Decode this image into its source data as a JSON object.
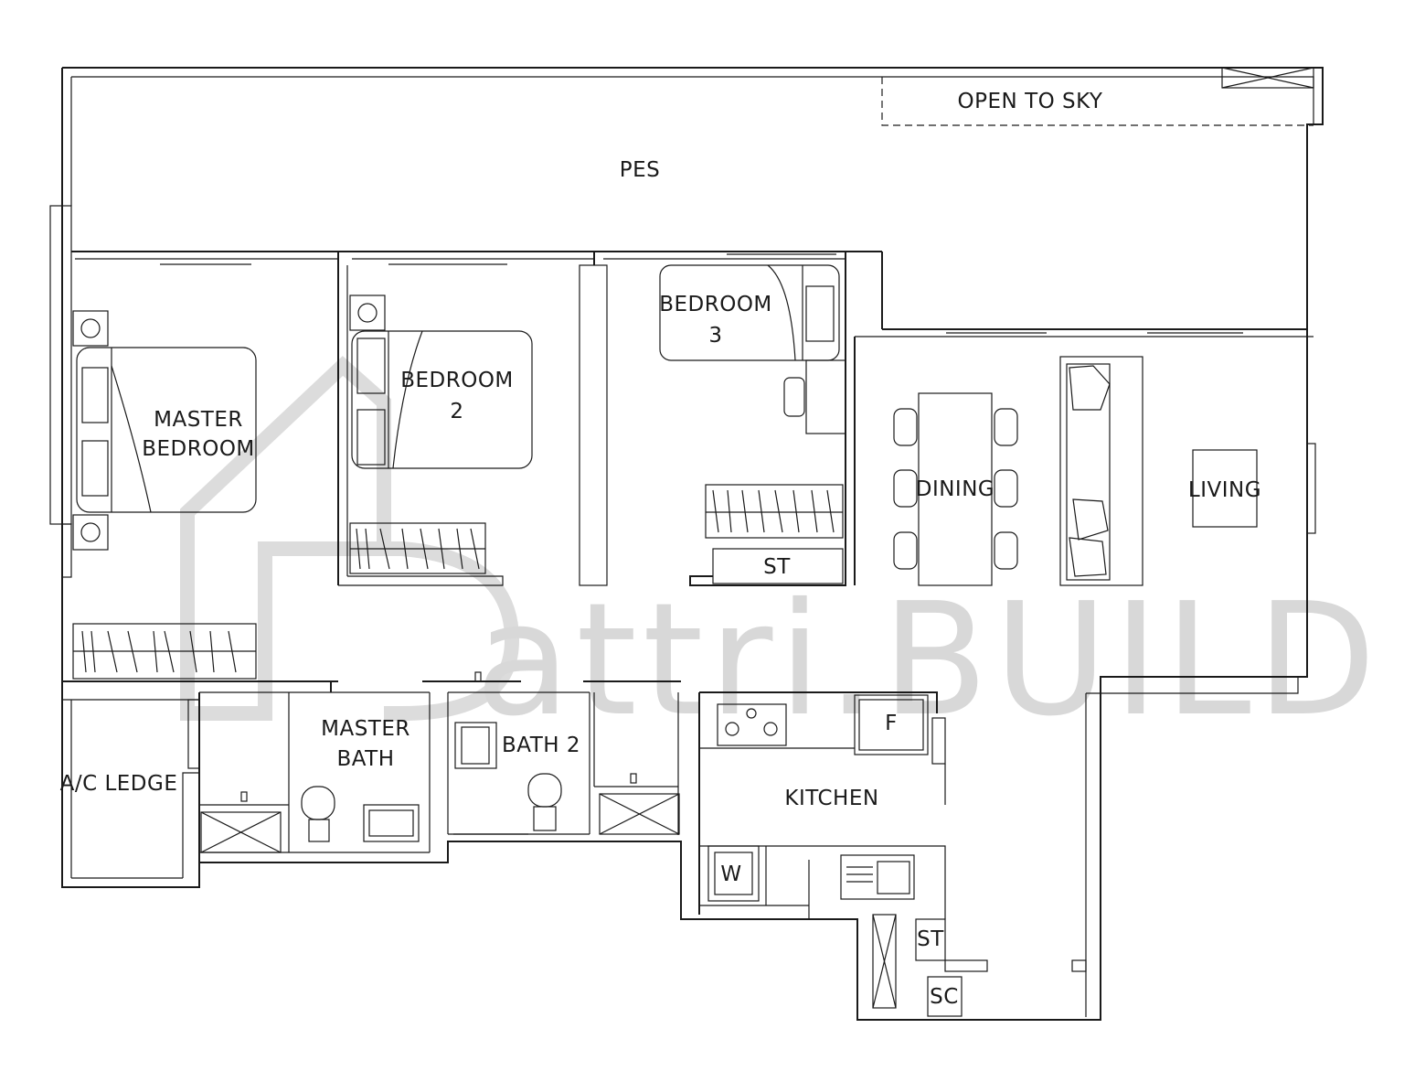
{
  "watermark": {
    "text": "attri.BUILD",
    "color": "#d6d6d6"
  },
  "rooms": {
    "open_to_sky": "OPEN TO SKY",
    "pes": "PES",
    "master_bedroom": [
      "MASTER",
      "BEDROOM"
    ],
    "bedroom2": [
      "BEDROOM",
      "2"
    ],
    "bedroom3": [
      "BEDROOM",
      "3"
    ],
    "st_bed3": "ST",
    "dining": "DINING",
    "living": "LIVING",
    "ac_ledge": "A/C LEDGE",
    "master_bath": [
      "MASTER",
      "BATH"
    ],
    "bath2": "BATH 2",
    "kitchen": "KITCHEN",
    "fridge": "F",
    "washer": "W",
    "st_kitchen": "ST",
    "sc": "SC"
  },
  "line_color": "#1a1a1a"
}
